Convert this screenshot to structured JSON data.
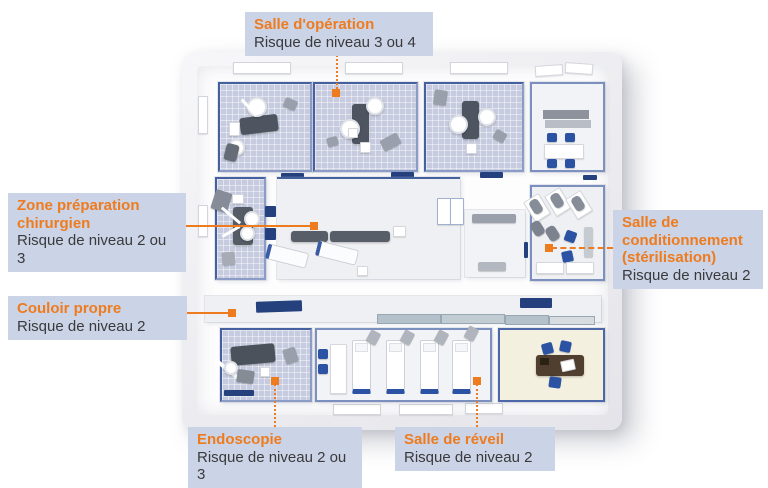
{
  "colors": {
    "accent": "#ee7b1e",
    "label_bg": "#cbd3e6",
    "text_dark": "#3a3a3c",
    "floor_blue": "#c6cbdf",
    "chair_blue": "#2b52a3",
    "door_blue": "#24417e",
    "office_floor": "#f4f0df"
  },
  "callouts": {
    "operation": {
      "title": [
        "Salle d'opération"
      ],
      "risk": "Risque de niveau 3 ou 4"
    },
    "preparation": {
      "title": [
        "Zone préparation",
        "chirurgien"
      ],
      "risk": "Risque de niveau 2 ou 3"
    },
    "couloir": {
      "title": [
        "Couloir propre"
      ],
      "risk": "Risque de niveau 2"
    },
    "conditionnement": {
      "title": [
        "Salle de",
        "conditionnement",
        "(stérilisation)"
      ],
      "risk": "Risque de niveau 2"
    },
    "endoscopie": {
      "title": [
        "Endoscopie"
      ],
      "risk": "Risque de niveau 2 ou 3"
    },
    "reveil": {
      "title": [
        "Salle de réveil"
      ],
      "risk": "Risque de niveau 2"
    }
  }
}
